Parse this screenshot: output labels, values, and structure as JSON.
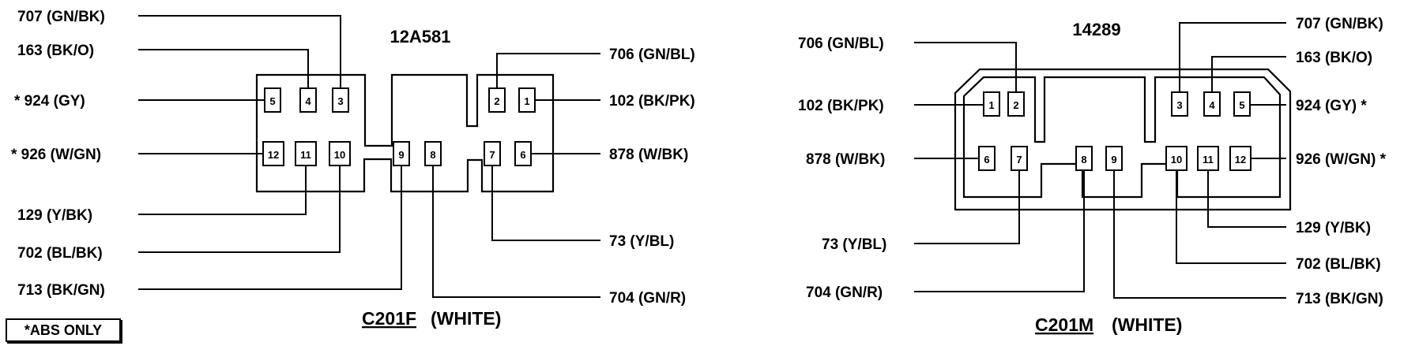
{
  "note": "*ABS ONLY",
  "connectors": [
    {
      "id": "left",
      "part_number": "12A581",
      "name": "C201F",
      "color": "(WHITE)",
      "pins": [
        "1",
        "2",
        "3",
        "4",
        "5",
        "6",
        "7",
        "8",
        "9",
        "10",
        "11",
        "12"
      ],
      "wires": [
        {
          "pin": "3",
          "label": "707 (GN/BK)"
        },
        {
          "pin": "4",
          "label": "163 (BK/O)"
        },
        {
          "pin": "5",
          "label": "* 924 (GY)"
        },
        {
          "pin": "12",
          "label": "* 926 (W/GN)"
        },
        {
          "pin": "11",
          "label": "129 (Y/BK)"
        },
        {
          "pin": "10",
          "label": "702 (BL/BK)"
        },
        {
          "pin": "9",
          "label": "713 (BK/GN)"
        },
        {
          "pin": "2",
          "label": "706 (GN/BL)"
        },
        {
          "pin": "1",
          "label": "102 (BK/PK)"
        },
        {
          "pin": "6",
          "label": "878 (W/BK)"
        },
        {
          "pin": "7",
          "label": "73 (Y/BL)"
        },
        {
          "pin": "8",
          "label": "704 (GN/R)"
        }
      ]
    },
    {
      "id": "right",
      "part_number": "14289",
      "name": "C201M",
      "color": "(WHITE)",
      "pins": [
        "1",
        "2",
        "3",
        "4",
        "5",
        "6",
        "7",
        "8",
        "9",
        "10",
        "11",
        "12"
      ],
      "wires": [
        {
          "pin": "2",
          "label": "706 (GN/BL)"
        },
        {
          "pin": "1",
          "label": "102 (BK/PK)"
        },
        {
          "pin": "6",
          "label": "878 (W/BK)"
        },
        {
          "pin": "7",
          "label": "73 (Y/BL)"
        },
        {
          "pin": "8",
          "label": "704 (GN/R)"
        },
        {
          "pin": "3",
          "label": "707 (GN/BK)"
        },
        {
          "pin": "4",
          "label": "163 (BK/O)"
        },
        {
          "pin": "5",
          "label": "924 (GY) *"
        },
        {
          "pin": "12",
          "label": "926 (W/GN) *"
        },
        {
          "pin": "11",
          "label": "129 (Y/BK)"
        },
        {
          "pin": "10",
          "label": "702 (BL/BK)"
        },
        {
          "pin": "9",
          "label": "713 (BK/GN)"
        }
      ]
    }
  ]
}
